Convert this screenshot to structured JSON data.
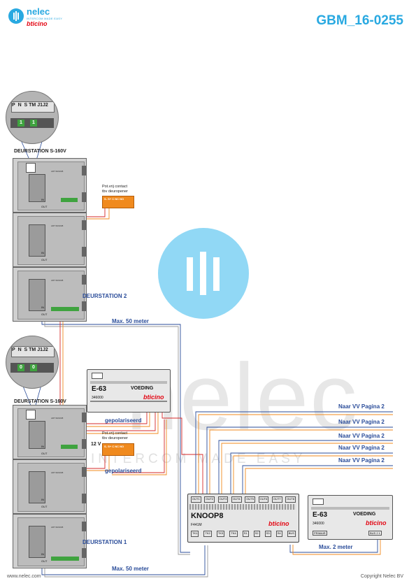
{
  "header": {
    "brand_name": "nelec",
    "brand_tagline": "INTERCOM MADE EASY",
    "brand_sub": "bticino",
    "doc_code": "GBM_16-0255"
  },
  "watermark": {
    "word": "nelec",
    "tagline": "INTERCOM MADE EASY"
  },
  "door_stations": {
    "top": {
      "title": "DEURSTATION S-160V",
      "label": "DEURSTATION 2"
    },
    "bottom": {
      "title": "DEURSTATION S-160V",
      "label": "DEURSTATION 1"
    }
  },
  "terminal_block": {
    "terminals": [
      "P",
      "N",
      "S",
      "TM",
      "J1",
      "J2"
    ],
    "top_markers": [
      "1",
      "1"
    ],
    "bottom_markers": [
      "0",
      "0"
    ]
  },
  "module": {
    "article": "ART.SR1008",
    "in": "IN",
    "out": "OUT"
  },
  "relay_contact": {
    "line1": "Pot.vrij contact",
    "line2": "tbv deuropener",
    "terminals": "S- S+ C NC NO"
  },
  "psu_left": {
    "model": "E-63",
    "voeding": "VOEDING",
    "part": "346000",
    "brand": "bticino"
  },
  "psu_right": {
    "model": "E-63",
    "voeding": "VOEDING",
    "part": "346000",
    "brand": "bticino",
    "primair": "PRIMAIR",
    "bus_terms": "BUS 2 1"
  },
  "labels": {
    "gepolariseerd1": "gepolariseerd",
    "gepolariseerd2": "gepolariseerd",
    "volt": "12 V",
    "max50_top": "Max. 50 meter",
    "max50_bottom": "Max. 50 meter",
    "max2": "Max. 2 meter"
  },
  "naar_vv": [
    "Naar VV Pagina 2",
    "Naar VV Pagina 2",
    "Naar VV Pagina 2",
    "Naar VV Pagina 2",
    "Naar VV Pagina 2"
  ],
  "knoop": {
    "name": "KNOOP8",
    "code": "F441M",
    "brand": "bticino",
    "outs": [
      "OUT1",
      "OUT2",
      "OUT3",
      "OUT4",
      "OUT5",
      "OUT6",
      "OUT7",
      "OUT8"
    ],
    "ins": [
      "TK1",
      "TK2",
      "TK3",
      "TK4",
      "S1",
      "S2",
      "S3",
      "S4",
      "BUS"
    ]
  },
  "footer": {
    "url": "www.nelec.com",
    "copyright": "Copyright Nelec BV"
  },
  "colors": {
    "accent": "#29a9e1",
    "label_blue": "#2b4d9a",
    "relay_orange": "#f08a1e",
    "wire_red": "#d62a2a"
  }
}
